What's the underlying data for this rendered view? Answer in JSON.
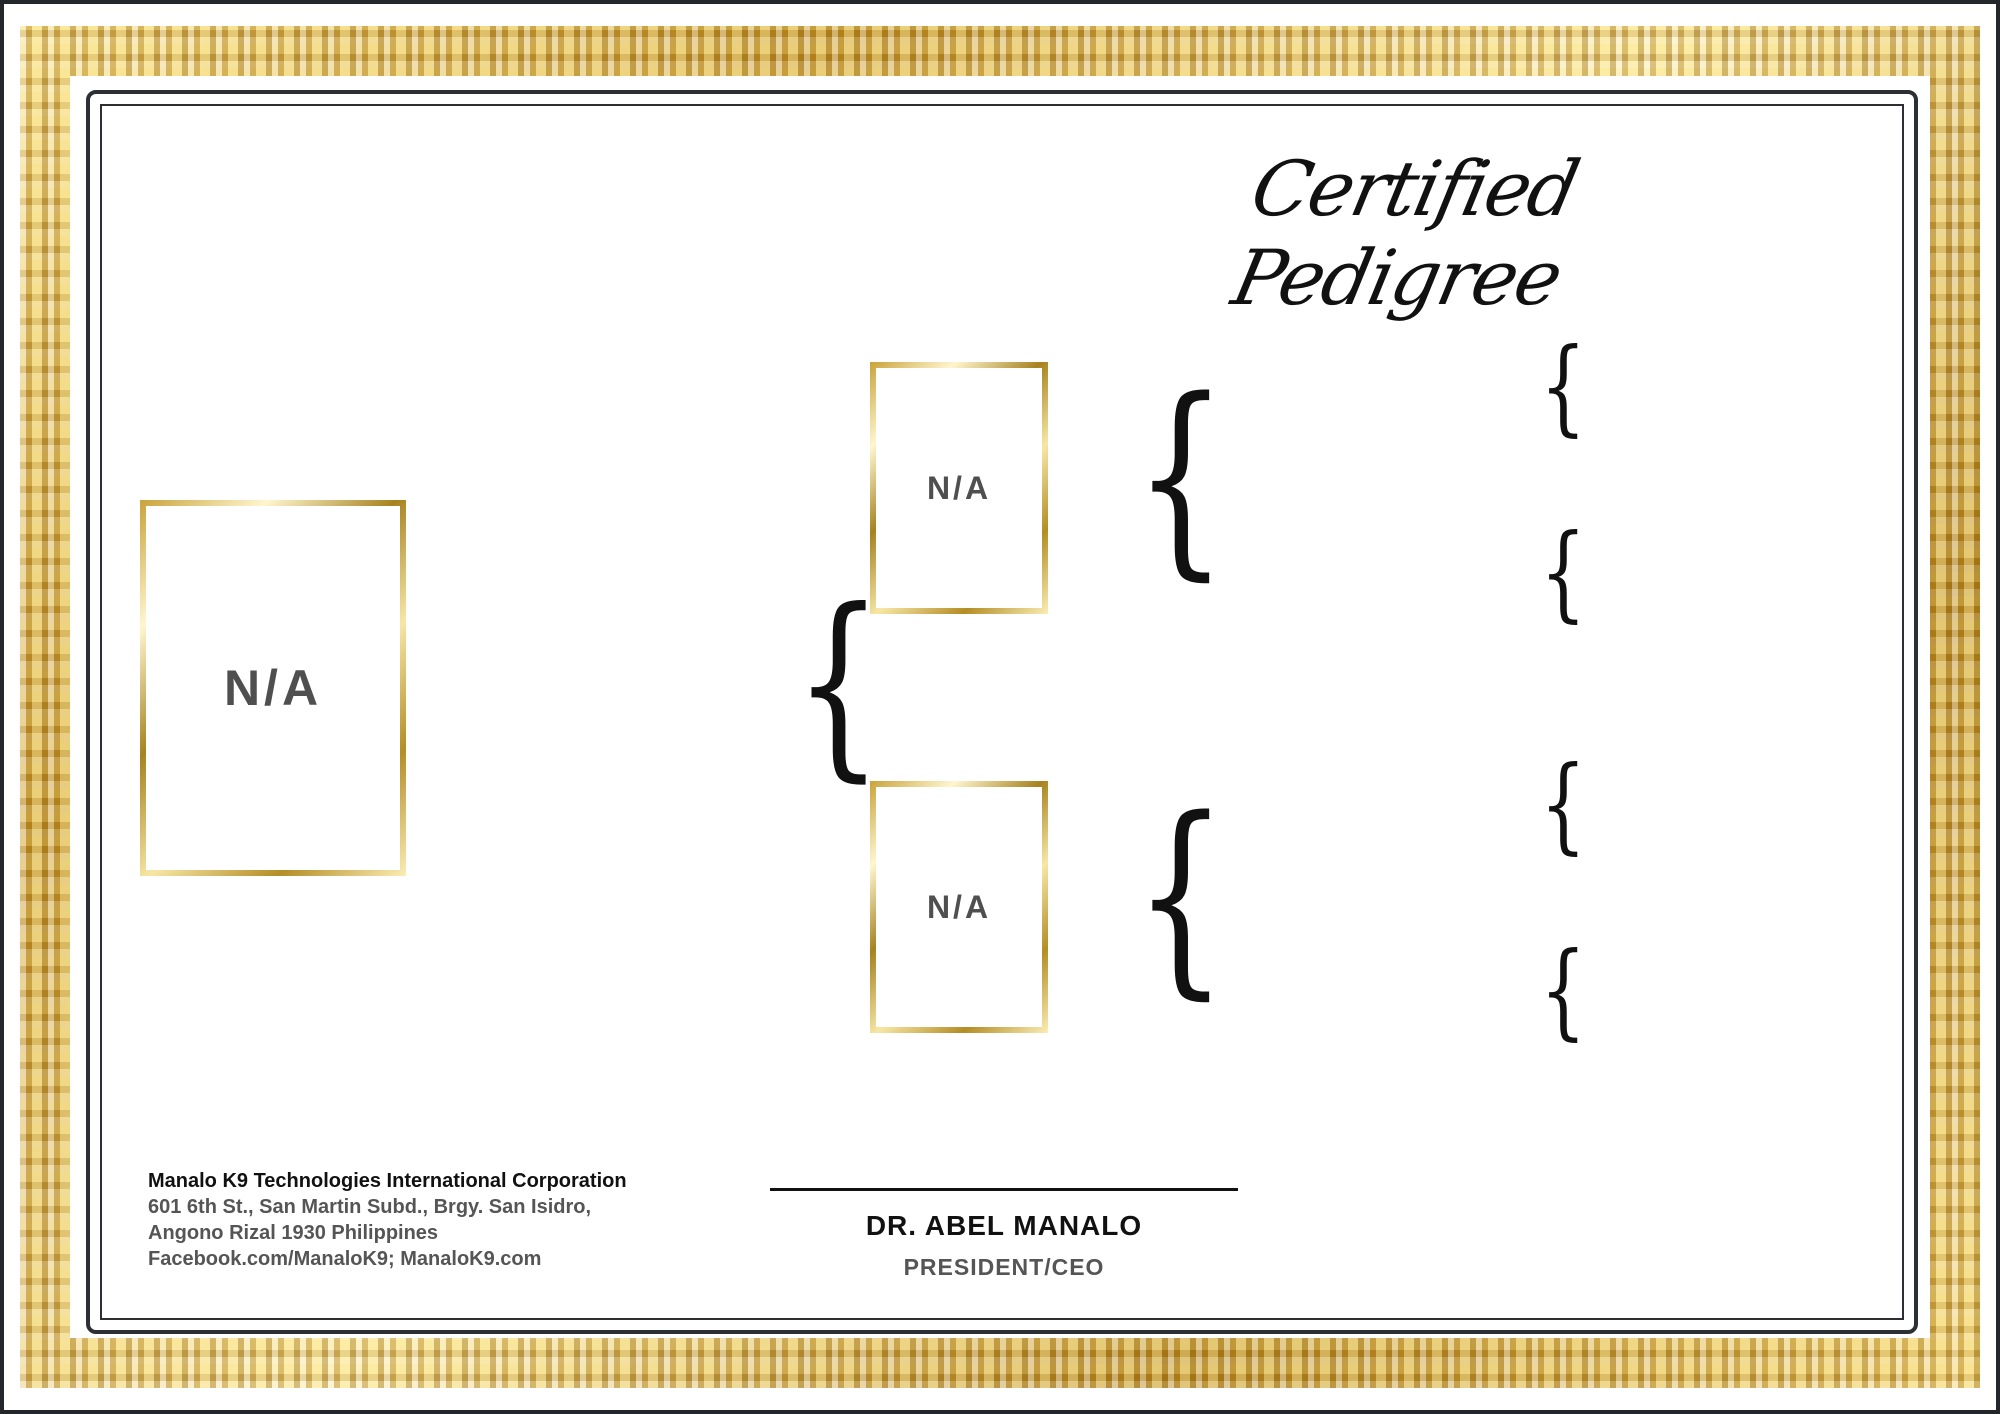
{
  "certificate": {
    "title": "Certified Pedigree"
  },
  "photos": {
    "main_label": "N/A",
    "sire_label": "N/A",
    "dam_label": "N/A"
  },
  "company": {
    "name": "Manalo K9 Technologies International Corporation",
    "address_line1": "601 6th St., San Martin Subd., Brgy. San Isidro,",
    "address_line2": "Angono Rizal 1930 Philippines",
    "contact": "Facebook.com/ManaloK9; ManaloK9.com"
  },
  "signatory": {
    "name": "DR. ABEL MANALO",
    "title": "PRESIDENT/CEO"
  },
  "colors": {
    "gold": "#d4ac3c",
    "frame": "#2c2f33"
  }
}
